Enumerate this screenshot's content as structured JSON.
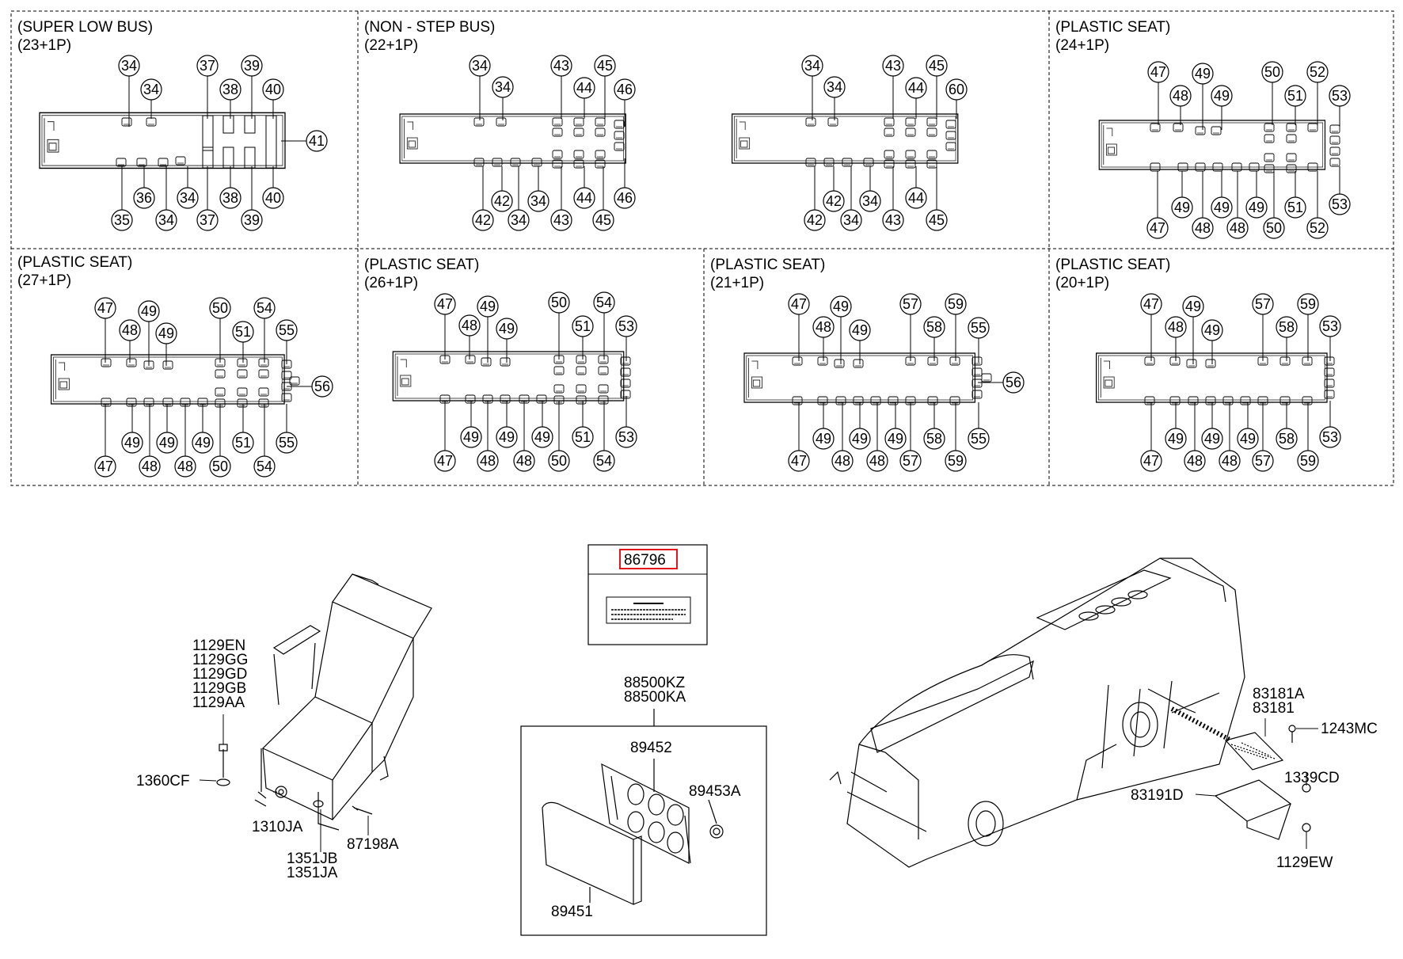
{
  "panels": [
    {
      "title": "(SUPER LOW BUS)",
      "subtitle": "(23+1P)",
      "balloons": [
        "34",
        "34",
        "37",
        "38",
        "39",
        "40",
        "41",
        "35",
        "36",
        "34",
        "34",
        "37",
        "38",
        "39",
        "40"
      ]
    },
    {
      "title": "(NON - STEP BUS)",
      "subtitle": "(22+1P)",
      "balloons": [
        "34",
        "34",
        "43",
        "44",
        "45",
        "46",
        "42",
        "42",
        "34",
        "34",
        "43",
        "44",
        "45",
        "46",
        "34",
        "34",
        "43",
        "44",
        "45",
        "60",
        "42",
        "42",
        "34",
        "34",
        "43",
        "44",
        "45"
      ]
    },
    {
      "title": "(PLASTIC SEAT)",
      "subtitle": "(24+1P)",
      "balloons": [
        "47",
        "48",
        "49",
        "49",
        "50",
        "51",
        "52",
        "53",
        "47",
        "49",
        "48",
        "49",
        "48",
        "49",
        "50",
        "51",
        "52",
        "53"
      ]
    },
    {
      "title": "(PLASTIC SEAT)",
      "subtitle": "(27+1P)",
      "balloons": [
        "47",
        "48",
        "49",
        "49",
        "50",
        "51",
        "54",
        "55",
        "56",
        "47",
        "49",
        "48",
        "49",
        "48",
        "49",
        "50",
        "51",
        "54",
        "55"
      ]
    },
    {
      "title": "(PLASTIC SEAT)",
      "subtitle": "(26+1P)",
      "balloons": [
        "47",
        "48",
        "49",
        "49",
        "50",
        "51",
        "54",
        "53",
        "47",
        "49",
        "48",
        "49",
        "48",
        "49",
        "50",
        "51",
        "54",
        "53"
      ]
    },
    {
      "title": "(PLASTIC SEAT)",
      "subtitle": "(21+1P)",
      "balloons": [
        "47",
        "48",
        "49",
        "49",
        "57",
        "58",
        "59",
        "55",
        "56",
        "47",
        "49",
        "48",
        "49",
        "48",
        "49",
        "57",
        "58",
        "59",
        "55"
      ]
    },
    {
      "title": "(PLASTIC SEAT)",
      "subtitle": "(20+1P)",
      "balloons": [
        "47",
        "48",
        "49",
        "49",
        "57",
        "58",
        "59",
        "53",
        "47",
        "49",
        "48",
        "49",
        "48",
        "49",
        "57",
        "58",
        "59",
        "53"
      ]
    }
  ],
  "seat_assembly": {
    "labels": [
      "1129EN",
      "1129GG",
      "1129GD",
      "1129GB",
      "1129AA",
      "1360CF",
      "1310JA",
      "1351JB",
      "1351JA",
      "87198A"
    ]
  },
  "label_box": {
    "part_number": "86796",
    "highlight_color": "#e8141b"
  },
  "relay_box": {
    "labels": [
      "88500KZ",
      "88500KA",
      "89452",
      "89453A",
      "89451"
    ]
  },
  "bus_exterior": {
    "labels": [
      "83181A",
      "83181",
      "1243MC",
      "1339CD",
      "83191D",
      "1129EW"
    ]
  }
}
